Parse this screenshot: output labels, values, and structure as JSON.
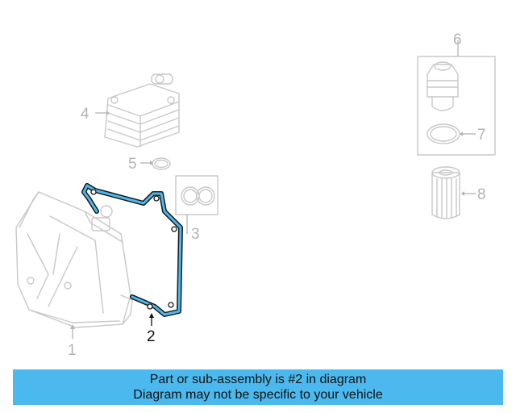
{
  "callouts": {
    "c1": "1",
    "c2": "2",
    "c3": "3",
    "c4": "4",
    "c5": "5",
    "c6": "6",
    "c7": "7",
    "c8": "8"
  },
  "highlighted_part": "2",
  "banner": {
    "line1": "Part or sub-assembly is #2 in diagram",
    "line2": "Diagram may not be specific to your vehicle"
  },
  "colors": {
    "highlight": "#4cb9ee",
    "banner_bg": "#4cb9ee",
    "ghost_stroke": "#c8c8c8"
  }
}
